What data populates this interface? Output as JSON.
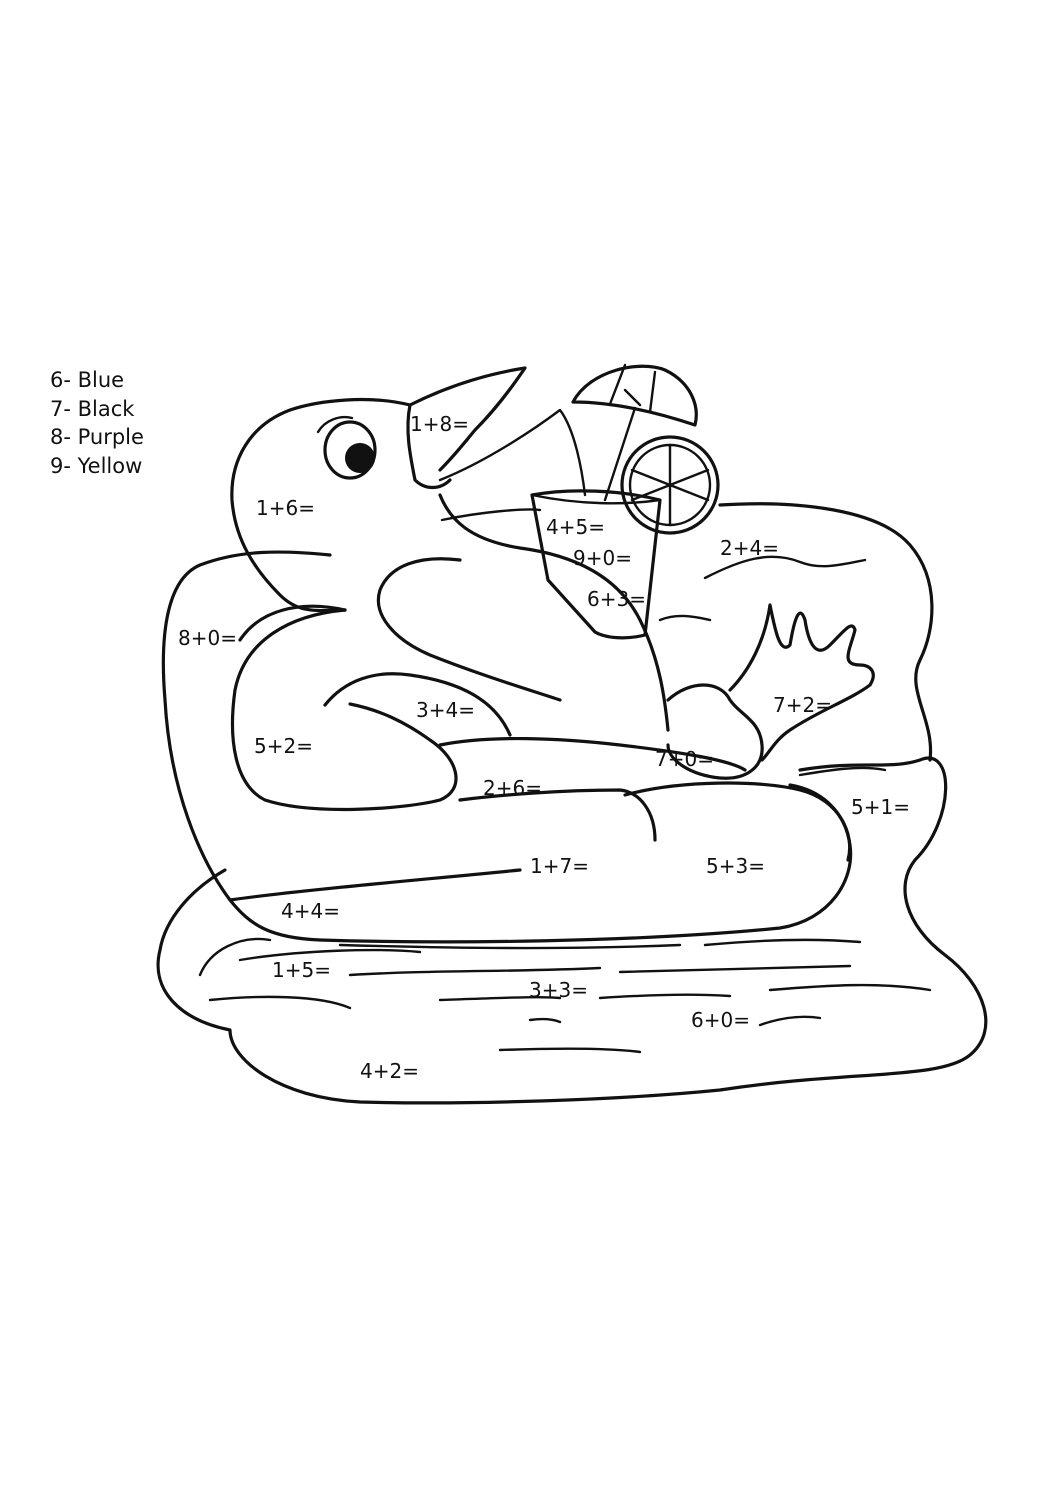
{
  "legend": [
    {
      "number": "6",
      "color_name": "Blue",
      "text": "6- Blue"
    },
    {
      "number": "7",
      "color_name": "Black",
      "text": "7- Black"
    },
    {
      "number": "8",
      "color_name": "Purple",
      "text": "8- Purple"
    },
    {
      "number": "9",
      "color_name": "Yellow",
      "text": "9- Yellow"
    }
  ],
  "equations": {
    "beak": "1+8=",
    "head": "1+6=",
    "glass_top": "4+5=",
    "glass_middle": "9+0=",
    "glass_bottom": "6+3=",
    "water_right_top": "2+4=",
    "float_back": "8+0=",
    "tail": "7+2=",
    "wing": "3+4=",
    "float_left": "5+2=",
    "foot": "7+0=",
    "belly": "2+6=",
    "water_right": "5+1=",
    "float_front_left": "1+7=",
    "float_front_right": "5+3=",
    "float_bottom": "4+4=",
    "water_left": "1+5=",
    "water_center": "3+3=",
    "water_right_bottom": "6+0=",
    "water_bottom": "4+2="
  },
  "icons": {
    "duck": "duck-illustration",
    "glass": "drink-glass-icon",
    "umbrella": "cocktail-umbrella-icon",
    "lemon": "lemon-slice-icon"
  },
  "colors": {
    "line": "#111111",
    "paper": "#ffffff"
  }
}
